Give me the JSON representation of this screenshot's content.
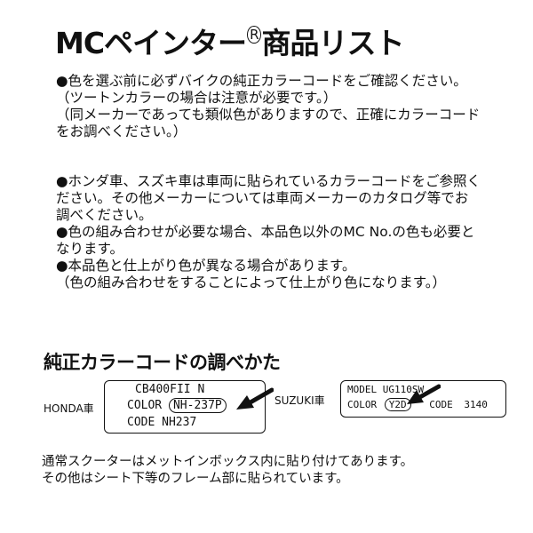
{
  "title": {
    "prefix": "MCペインター",
    "registered_mark": "R",
    "suffix": "商品リスト"
  },
  "notes": {
    "block1": [
      "●色を選ぶ前に必ずバイクの純正カラーコードをご確認ください。",
      "（ツートンカラーの場合は注意が必要です。）",
      "（同メーカーであっても類似色がありますので、正確にカラーコード",
      "をお調べください。）"
    ],
    "block2": [
      "●ホンダ車、スズキ車は車両に貼られているカラーコードをご参照く",
      "ださい。その他メーカーについては車両メーカーのカタログ等でお",
      "調べください。",
      "●色の組み合わせが必要な場合、本品色以外のMC No.の色も必要と",
      "なります。",
      "●本品色と仕上がり色が異なる場合があります。",
      "（色の組み合わせをすることによって仕上がり色になります。）"
    ]
  },
  "section": {
    "heading": "純正カラーコードの調べかた"
  },
  "honda": {
    "maker_label": "HONDA車",
    "model": "CB400FII N",
    "color_key": "COLOR",
    "color_code": "NH-237P",
    "code_key": "CODE",
    "code_value": "NH237"
  },
  "suzuki": {
    "maker_label": "SUZUKI車",
    "model_line": "MODEL  UG110SW",
    "color_key": "COLOR",
    "color_code": "Y2D",
    "code_key": "CODE",
    "code_value": "3140"
  },
  "footer": [
    "通常スクーターはメットインボックス内に貼り付けてあります。",
    "その他はシート下等のフレーム部に貼られています。"
  ]
}
